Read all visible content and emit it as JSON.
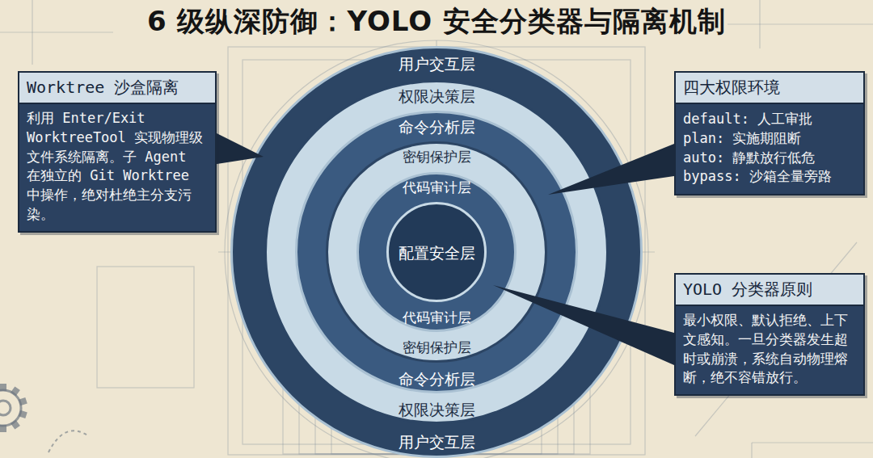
{
  "diagram": {
    "title": "6 级纵深防御：YOLO 安全分类器与隔离机制",
    "nodes": [
      {
        "text": [
          "Worktree 沙盒隔离",
          "利用 Enter/Exit WorktreeTool 实现物理级文件系统隔离。子 Agent 在独立的 Git Worktree 中操作，绝对杜绝主分支污染。"
        ]
      },
      {
        "text": [
          "用户交互层",
          "用户交互层"
        ]
      },
      {
        "text": [
          "权限决策层",
          "权限决策层"
        ],
        "in": 1
      },
      {
        "text": [
          "命令分析层",
          "命令分析层"
        ],
        "in": 2
      },
      {
        "text": [
          "密钥保护层",
          "密钥保护层"
        ],
        "in": 3
      },
      {
        "text": [
          "代码审计层",
          "代码审计层"
        ],
        "in": 4
      },
      {
        "text": [
          "配置安全层"
        ],
        "in": 5
      },
      {
        "text": [
          "四大权限环境",
          "default: 人工审批",
          "plan: 实施期阻断",
          "auto: 静默放行低危",
          "bypass: 沙箱全量旁路"
        ]
      },
      {
        "text": [
          "YOLO 分类器原则",
          "最小权限、默认拒绝、上下文感知。一旦分类器发生超时或崩溃，系统自动物理熔断，绝不容错放行。"
        ]
      }
    ]
  }
}
